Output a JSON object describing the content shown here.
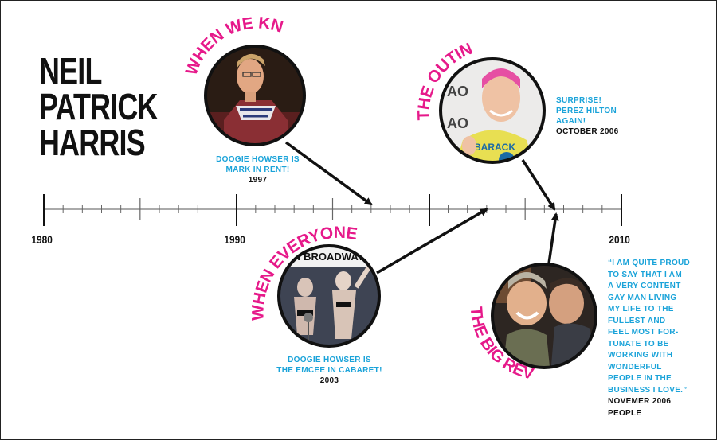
{
  "title": [
    "NEIL",
    "PATRICK",
    "HARRIS"
  ],
  "timeline": {
    "years": [
      "1980",
      "1990",
      "2010"
    ]
  },
  "events": [
    {
      "heading": "WHEN WE KNEW",
      "caption": [
        "DOOGIE HOWSER IS",
        "MARK IN RENT!"
      ],
      "date": "1997"
    },
    {
      "heading": "WHEN EVERYONE KNEW",
      "caption": [
        "DOOGIE HOWSER IS",
        "THE EMCEE IN CABARET!"
      ],
      "date": "2003"
    },
    {
      "heading": "THE OUTING",
      "caption": [
        "SURPRISE!",
        "PEREZ HILTON",
        "AGAIN!"
      ],
      "date": "OCTOBER 2006"
    },
    {
      "heading": "THE BIG REVEAL",
      "quote": [
        "“I AM QUITE PROUD",
        "TO SAY THAT I AM",
        "A VERY CONTENT",
        "GAY MAN LIVING",
        "MY LIFE TO THE",
        "FULLEST AND",
        "FEEL MOST FOR-",
        "TUNATE TO BE",
        "WORKING WITH",
        "WONDERFUL",
        "PEOPLE IN THE",
        "BUSINESS I LOVE.”"
      ],
      "date": "NOVEMER 2006",
      "source": "PEOPLE"
    }
  ],
  "photo_bubbles": {
    "cabaret_marquee": "IN BROADWAY!",
    "outing_shirt": "BARACK"
  },
  "colors": {
    "accent_pink": "#e6198a",
    "accent_blue": "#1aa3d9",
    "ink": "#111111"
  }
}
